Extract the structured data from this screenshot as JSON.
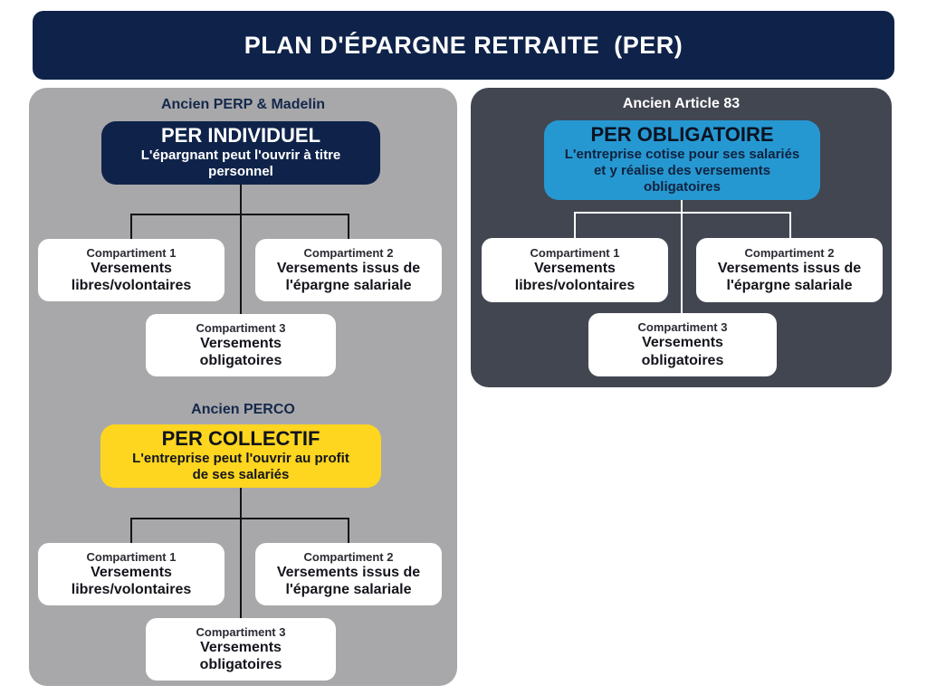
{
  "title": "PLAN D'ÉPARGNE RETRAITE  (PER)",
  "colors": {
    "navy": "#0f234a",
    "gray_panel": "#a8a8aa",
    "dark_panel": "#424651",
    "yellow": "#fed51f",
    "blue": "#2698d1",
    "box_white": "#ffffff",
    "connector_dark": "#141418",
    "connector_light": "#ffffff"
  },
  "left_panel": {
    "groups": [
      {
        "legacy": "Ancien PERP & Madelin",
        "plan_name": "PER INDIVIDUEL",
        "plan_desc": "L'épargnant peut l'ouvrir à titre\npersonnel",
        "compartments": [
          {
            "label": "Compartiment 1",
            "detail": "Versements\nlibres/volontaires"
          },
          {
            "label": "Compartiment 2",
            "detail": "Versements issus de\nl'épargne salariale"
          },
          {
            "label": "Compartiment 3",
            "detail": "Versements\nobligatoires"
          }
        ]
      },
      {
        "legacy": "Ancien PERCO",
        "plan_name": "PER COLLECTIF",
        "plan_desc": "L'entreprise peut l'ouvrir au profit\nde ses salariés",
        "compartments": [
          {
            "label": "Compartiment 1",
            "detail": "Versements\nlibres/volontaires"
          },
          {
            "label": "Compartiment 2",
            "detail": "Versements issus de\nl'épargne salariale"
          },
          {
            "label": "Compartiment 3",
            "detail": "Versements\nobligatoires"
          }
        ]
      }
    ]
  },
  "right_panel": {
    "groups": [
      {
        "legacy": "Ancien Article 83",
        "plan_name": "PER OBLIGATOIRE",
        "plan_desc": "L'entreprise cotise pour ses salariés\net y réalise des versements\nobligatoires",
        "compartments": [
          {
            "label": "Compartiment 1",
            "detail": "Versements\nlibres/volontaires"
          },
          {
            "label": "Compartiment 2",
            "detail": "Versements issus de\nl'épargne salariale"
          },
          {
            "label": "Compartiment 3",
            "detail": "Versements\nobligatoires"
          }
        ]
      }
    ]
  }
}
